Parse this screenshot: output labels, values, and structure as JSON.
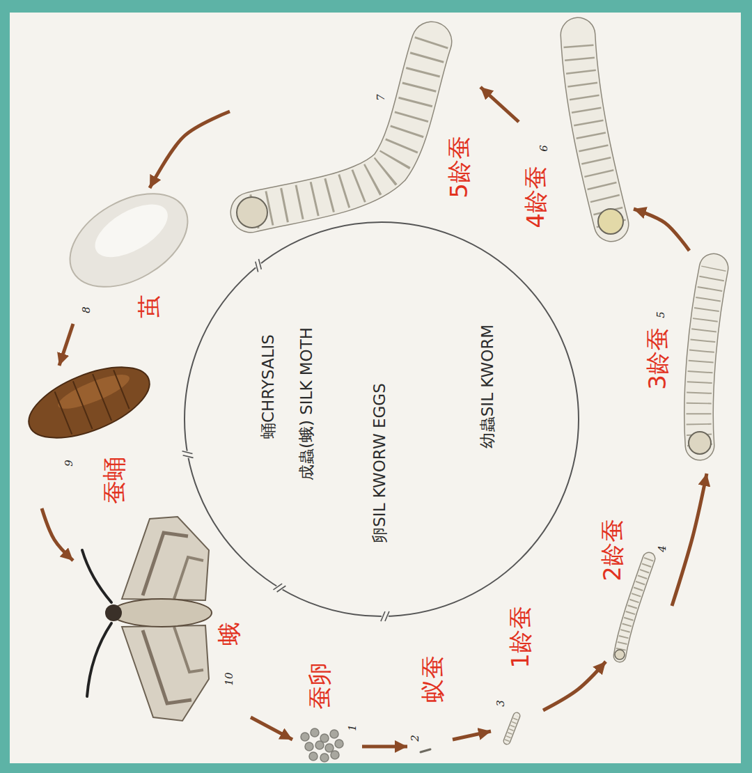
{
  "diagram": {
    "nodes": [
      {
        "text": [
          "蚕卵",
          "1"
        ]
      },
      {
        "text": [
          "蚁蚕",
          "2"
        ]
      },
      {
        "text": [
          "1龄蚕",
          "3"
        ]
      },
      {
        "text": [
          "2龄蚕",
          "4"
        ]
      },
      {
        "text": [
          "3龄蚕",
          "5"
        ]
      },
      {
        "text": [
          "4龄蚕",
          "6"
        ]
      },
      {
        "text": [
          "5龄蚕",
          "7"
        ]
      },
      {
        "text": [
          "茧",
          "8"
        ]
      },
      {
        "text": [
          "蚕蛹",
          "9"
        ]
      },
      {
        "text": [
          "蛾",
          "10"
        ]
      },
      {
        "text": [
          "蛹CHRYSALIS",
          "成蟲(蛾) SILK MOTH",
          "卵SIL KWORW EGGS",
          "幼蟲SIL KWORM"
        ]
      }
    ],
    "edges": [
      {
        "from": 0,
        "to": 1,
        "arrow": "to"
      },
      {
        "from": 1,
        "to": 2,
        "arrow": "to"
      },
      {
        "from": 2,
        "to": 3,
        "arrow": "to"
      },
      {
        "from": 3,
        "to": 4,
        "arrow": "to"
      },
      {
        "from": 4,
        "to": 5,
        "arrow": "to"
      },
      {
        "from": 5,
        "to": 6,
        "arrow": "to"
      },
      {
        "from": 6,
        "to": 7,
        "arrow": "to"
      },
      {
        "from": 7,
        "to": 8,
        "arrow": "to"
      },
      {
        "from": 8,
        "to": 9,
        "arrow": "to"
      },
      {
        "from": 9,
        "to": 0,
        "arrow": "to"
      }
    ]
  }
}
